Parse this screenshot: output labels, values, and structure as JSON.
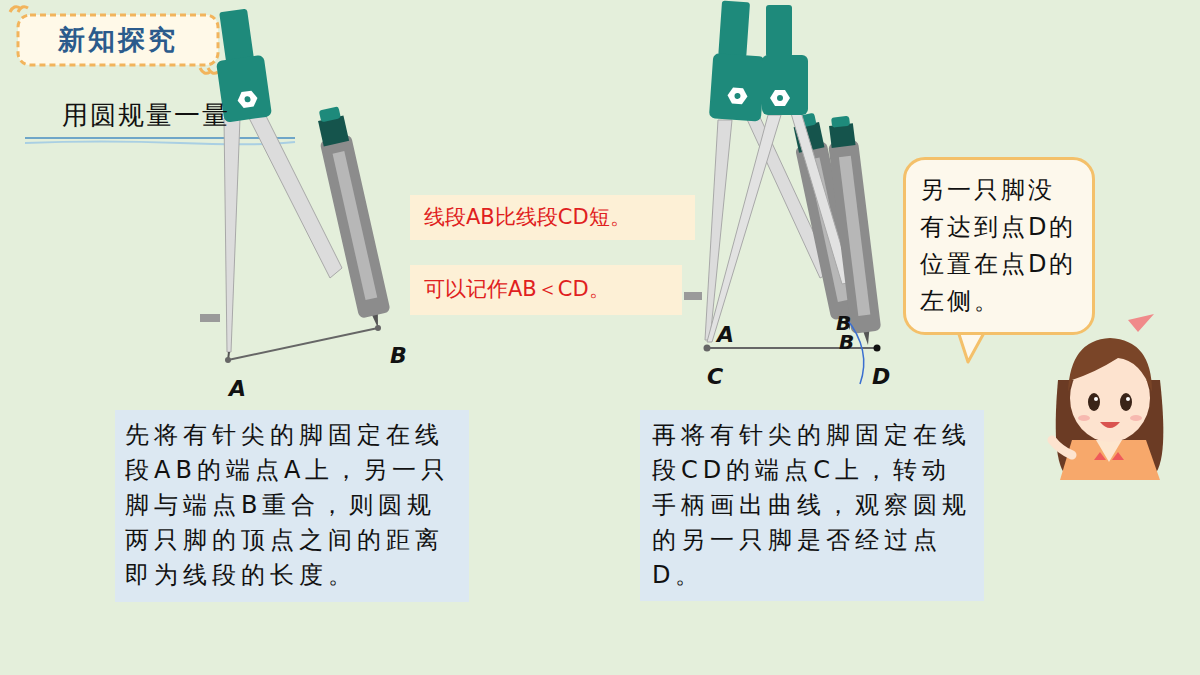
{
  "diagram": {
    "title": "新知探究",
    "nodes": [
      {
        "text": [
          "线段AB比线段CD短。"
        ]
      },
      {
        "text": [
          "可以记作AB＜CD。"
        ]
      },
      {
        "text": [
          "另一只脚没有达到点D的位置在点D的左侧。"
        ]
      },
      {
        "text": [
          "先将有针尖的脚固定在线段AB的端点A上，另一只脚与端点B重合，则圆规两只脚的顶点之间的距离即为线段的长度。"
        ]
      },
      {
        "text": [
          "再将有针尖的脚固定在线段CD的端点C上，转动手柄画出曲线，观察圆规的另一只脚是否经过点D。"
        ]
      }
    ],
    "labels": [
      "用圆规量一量",
      "A",
      "B",
      "A",
      "B",
      "B",
      "C",
      "D"
    ]
  }
}
